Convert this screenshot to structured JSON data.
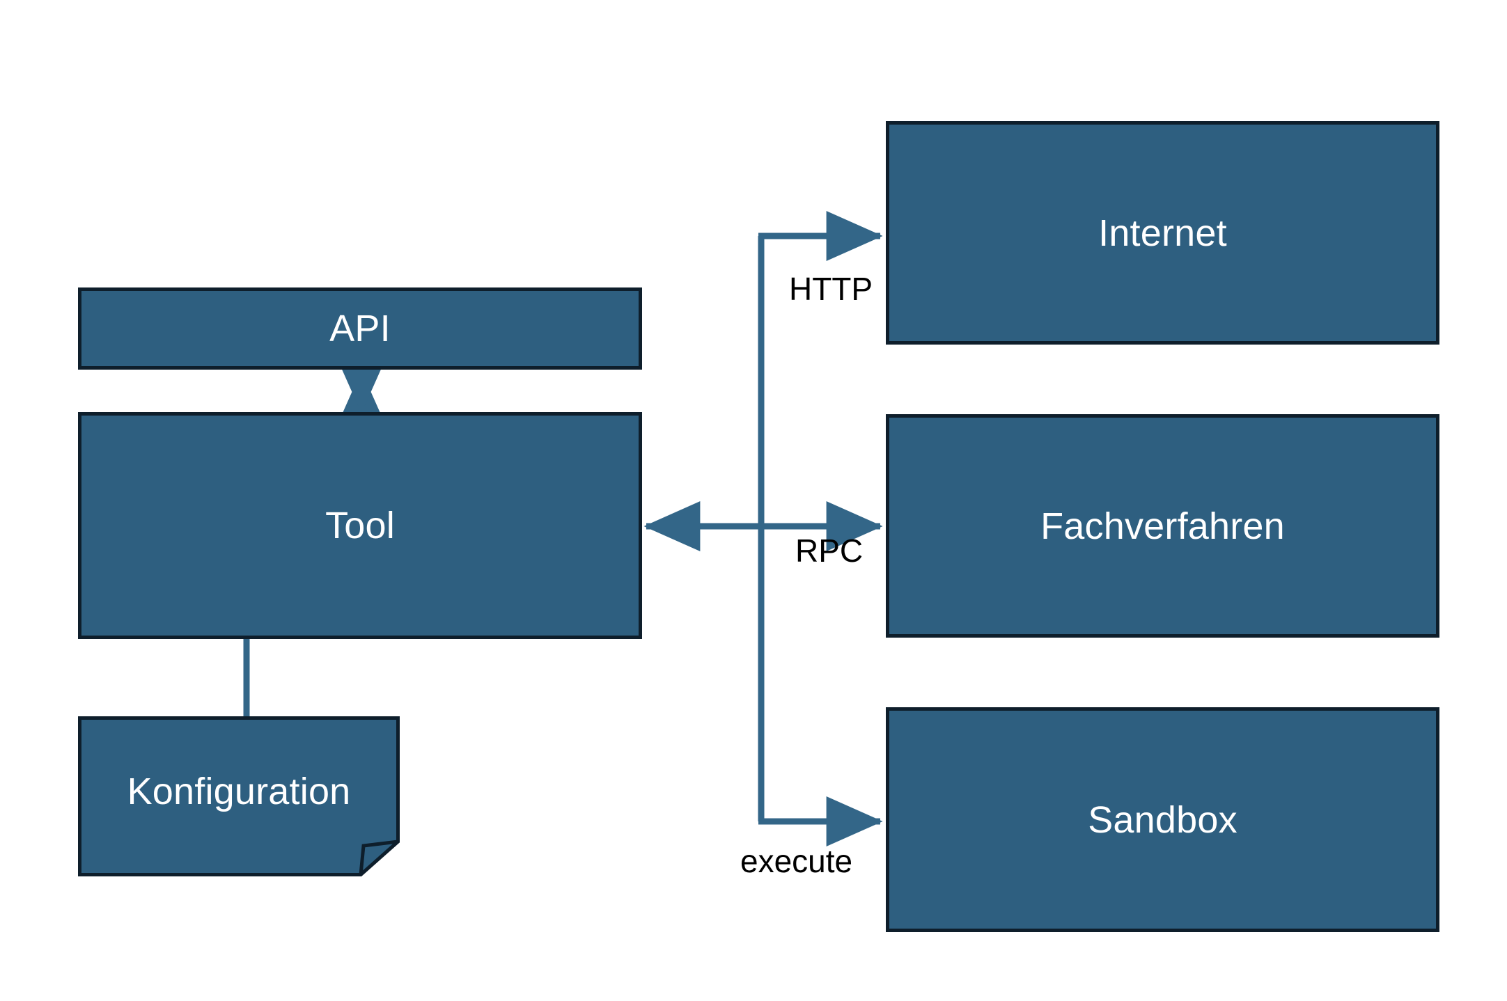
{
  "diagram": {
    "title": "Tool architecture diagram",
    "background": "#ffffff",
    "node_fill": "#2e5f80",
    "node_stroke": "#0e1e2b",
    "node_text_color": "#ffffff",
    "connector_color": "#336688",
    "label_text_color": "#000000",
    "nodes": [
      {
        "id": "api",
        "label": "API",
        "shape": "rectangle"
      },
      {
        "id": "tool",
        "label": "Tool",
        "shape": "rectangle"
      },
      {
        "id": "konfiguration",
        "label": "Konfiguration",
        "shape": "document"
      },
      {
        "id": "internet",
        "label": "Internet",
        "shape": "rectangle"
      },
      {
        "id": "fachverfahren",
        "label": "Fachverfahren",
        "shape": "rectangle"
      },
      {
        "id": "sandbox",
        "label": "Sandbox",
        "shape": "rectangle"
      }
    ],
    "edges": [
      {
        "id": "api-tool",
        "from": "api",
        "to": "tool",
        "label": "",
        "arrow": "both"
      },
      {
        "id": "tool-konfiguration",
        "from": "tool",
        "to": "konfiguration",
        "label": "",
        "arrow": "none"
      },
      {
        "id": "tool-internet",
        "from": "tool",
        "to": "internet",
        "label": "HTTP",
        "arrow": "to"
      },
      {
        "id": "tool-fachverfahren",
        "from": "tool",
        "to": "fachverfahren",
        "label": "RPC",
        "arrow": "both"
      },
      {
        "id": "tool-sandbox",
        "from": "tool",
        "to": "sandbox",
        "label": "execute",
        "arrow": "to"
      }
    ],
    "edge_labels": {
      "http": "HTTP",
      "rpc": "RPC",
      "execute": "execute"
    }
  }
}
